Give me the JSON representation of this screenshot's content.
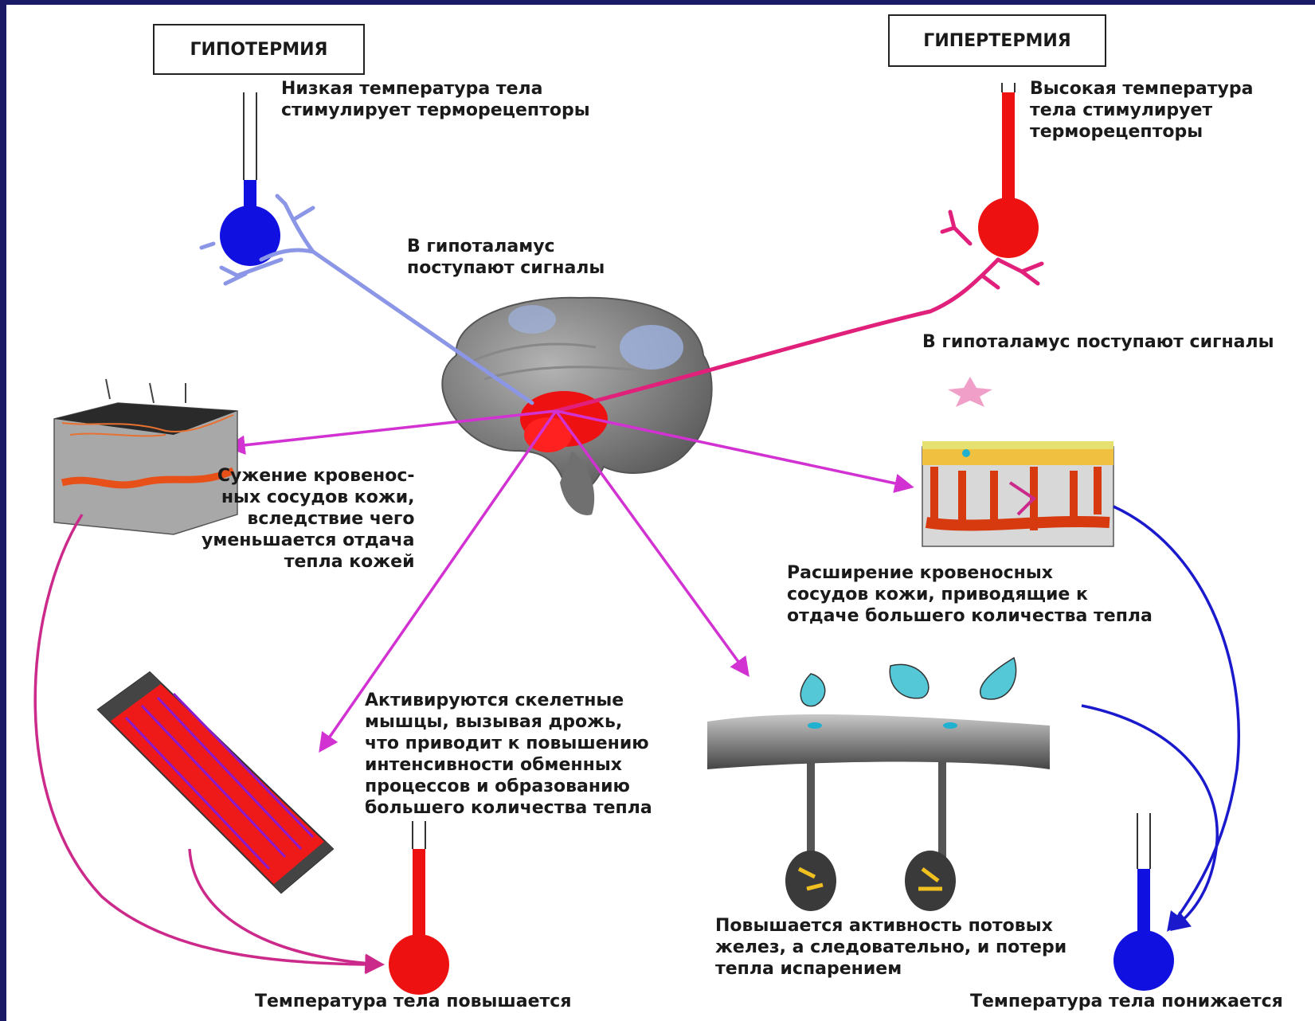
{
  "hypothermia": {
    "title": "ГИПОТЕРМИЯ",
    "stimulus": "Низкая температура тела\nстимулирует терморецепторы",
    "signal": "В гипоталамус\nпоступают сигналы",
    "skin_effect": "Сужение кровенос-\nных сосудов кожи,\nвследствие чего\nуменьшается отдача\nтепла кожей",
    "muscle_effect": "Активируются скелетные\nмышцы, вызывая дрожь,\nчто приводит к повышению\nинтенсивности обменных\nпроцессов и образованию\nбольшего количества тепла",
    "result": "Температура тела повышается"
  },
  "hyperthermia": {
    "title": "ГИПЕРТЕРМИЯ",
    "stimulus": "Высокая температура\nтела стимулирует\nтерморецепторы",
    "signal": "В гипоталамус поступают сигналы",
    "skin_effect": "Расширение кровеносных\nсосудов кожи, приводящие к\nотдаче большего количества тепла",
    "sweat_effect": "Повышается активность потовых\nжелез, а следовательно, и потери\nтепла испарением",
    "result": "Температура тела понижается"
  },
  "colors": {
    "cold": "#1010e0",
    "hot": "#ee1111",
    "cold_nerve": "#8c96e6",
    "hot_nerve": "#e0207a",
    "effector_arrow": "#d232d2",
    "feedback_hot": "#cc2a8a",
    "feedback_cold": "#1a1acc",
    "frame": "#1a1a66"
  }
}
